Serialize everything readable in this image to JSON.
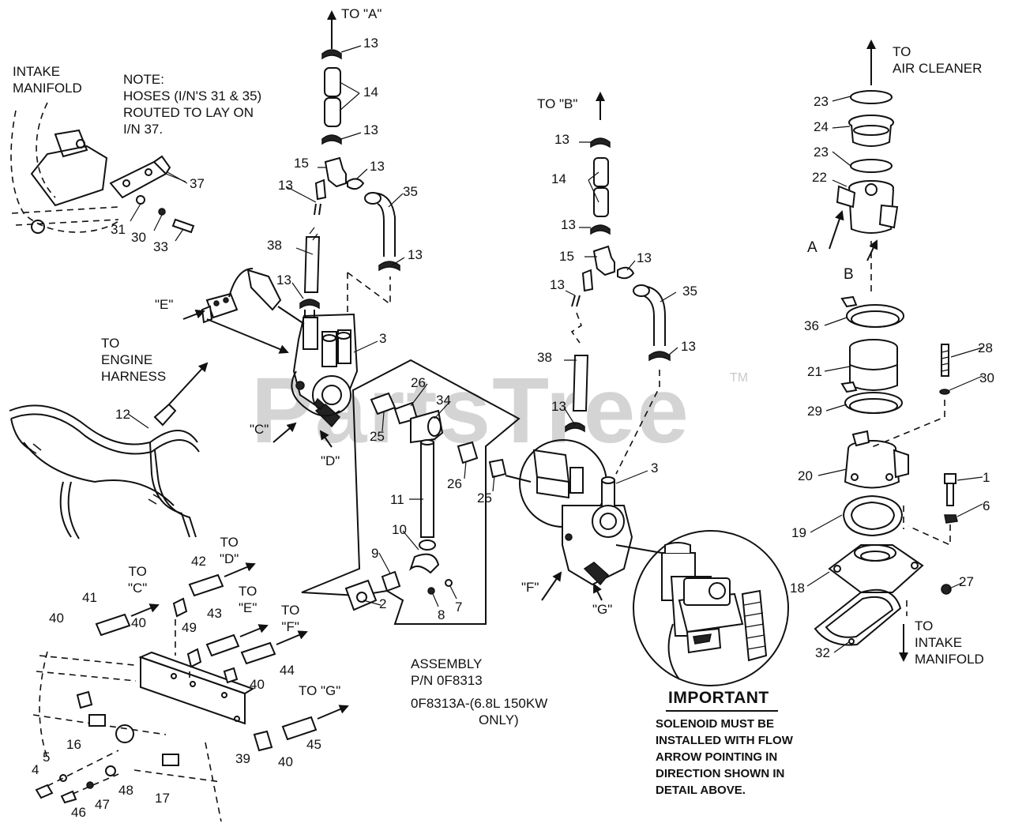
{
  "diagram": {
    "watermark": "PartsTree",
    "watermark_tm": "TM",
    "note": [
      "NOTE:",
      "HOSES (I/N'S 31 & 35)",
      "ROUTED TO LAY ON",
      "I/N 37."
    ],
    "intake_manifold_top": [
      "INTAKE",
      "MANIFOLD"
    ],
    "to_a": "TO \"A\"",
    "to_b": "TO \"B\"",
    "to_air_cleaner": [
      "TO",
      "AIR CLEANER"
    ],
    "to_engine_harness": [
      "TO",
      "ENGINE",
      "HARNESS"
    ],
    "to_intake_manifold": [
      "TO",
      "INTAKE",
      "MANIFOLD"
    ],
    "assembly": [
      "ASSEMBLY",
      "P/N 0F8313"
    ],
    "assembly_variant": [
      "0F8313A-(6.8L 150KW",
      "ONLY)"
    ],
    "important_title": "IMPORTANT",
    "important_text": [
      "SOLENOID MUST BE",
      "INSTALLED WITH FLOW",
      "ARROW POINTING IN",
      "DIRECTION SHOWN IN",
      "DETAIL ABOVE."
    ],
    "flow_labels": {
      "e": "\"E\"",
      "c": "\"C\"",
      "d": "\"D\"",
      "f": "\"F\"",
      "g": "\"G\"",
      "a": "A",
      "b": "B"
    },
    "to_labels": {
      "to_c": [
        "TO",
        "\"C\""
      ],
      "to_d": [
        "TO",
        "\"D\""
      ],
      "to_e": [
        "TO",
        "\"E\""
      ],
      "to_f": [
        "TO",
        "\"F\""
      ],
      "to_g": "TO \"G\""
    },
    "callouts": [
      "13",
      "14",
      "13",
      "15",
      "13",
      "13",
      "35",
      "38",
      "13",
      "13",
      "3",
      "37",
      "31",
      "30",
      "33",
      "13",
      "14",
      "13",
      "15",
      "13",
      "13",
      "35",
      "38",
      "13",
      "13",
      "3",
      "23",
      "24",
      "23",
      "22",
      "36",
      "21",
      "29",
      "20",
      "28",
      "30",
      "1",
      "6",
      "19",
      "18",
      "27",
      "32",
      "26",
      "34",
      "25",
      "26",
      "25",
      "11",
      "10",
      "9",
      "8",
      "7",
      "2",
      "12",
      "42",
      "41",
      "40",
      "40",
      "49",
      "43",
      "44",
      "40",
      "45",
      "39",
      "40",
      "16",
      "5",
      "4",
      "46",
      "47",
      "48",
      "17"
    ]
  }
}
